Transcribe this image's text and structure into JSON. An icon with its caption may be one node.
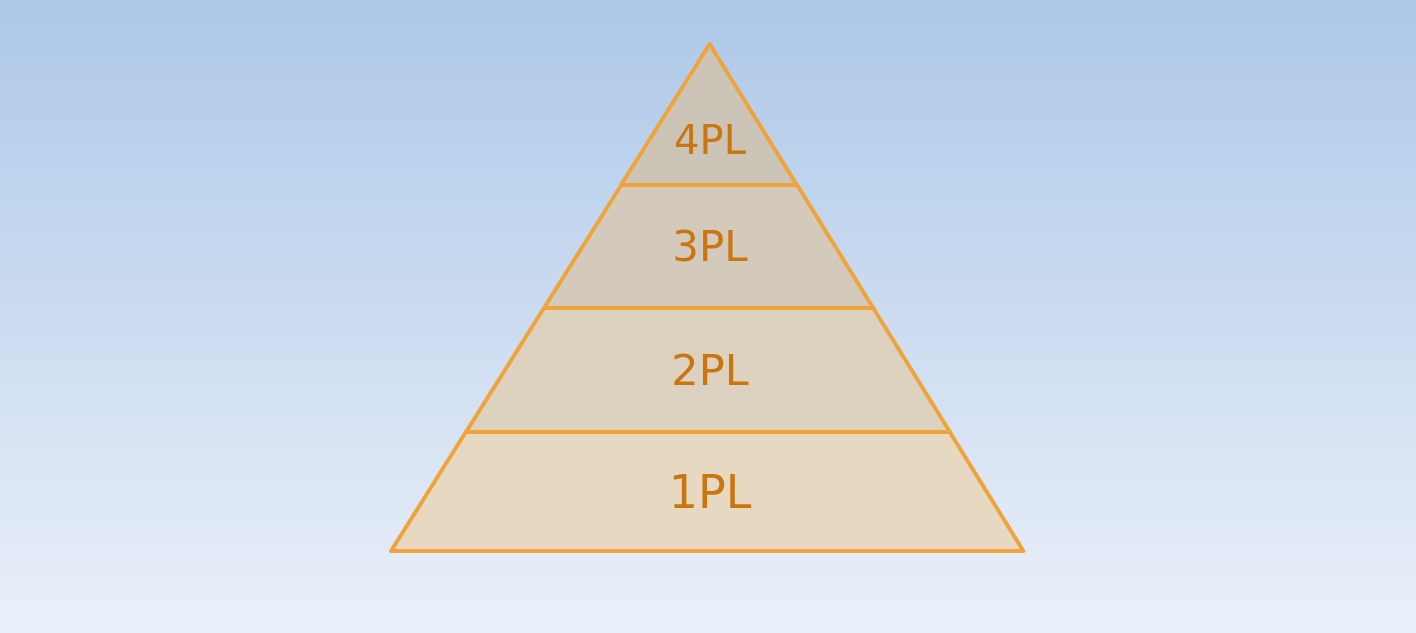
{
  "diagram": {
    "nodes": [
      {
        "text": [
          "4PL"
        ]
      },
      {
        "text": [
          "3PL"
        ]
      },
      {
        "text": [
          "2PL"
        ]
      },
      {
        "text": [
          "1PL"
        ]
      }
    ]
  }
}
